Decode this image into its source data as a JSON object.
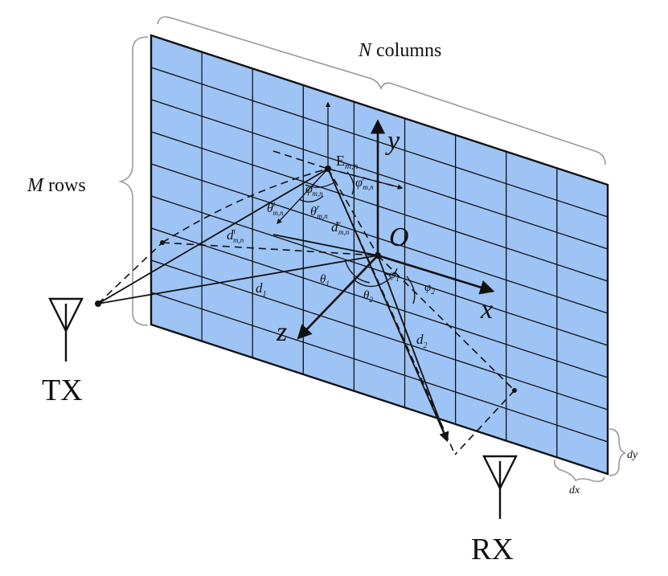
{
  "labels": {
    "columns": {
      "var": "N",
      "text": " columns"
    },
    "rows": {
      "var": "M",
      "text": " rows"
    },
    "tx": "TX",
    "rx": "RX",
    "origin": "O",
    "x_axis": "x",
    "y_axis": "y",
    "z_axis": "z",
    "element": {
      "base": "E",
      "sub": "m,n"
    },
    "phi_t": {
      "base": "φ",
      "sup": "t",
      "sub": "m,n"
    },
    "phi_r": {
      "base": "φ",
      "sup": "r",
      "sub": "m,n"
    },
    "theta_t": {
      "base": "θ",
      "sup": "t",
      "sub": "m,n"
    },
    "theta_r": {
      "base": "θ",
      "sup": "r",
      "sub": "m,n"
    },
    "d_t": {
      "base": "d",
      "sup": "t",
      "sub": "m,n"
    },
    "d_r": {
      "base": "d",
      "sup": "r",
      "sub": "m,n"
    },
    "d1": {
      "base": "d",
      "sub": "1"
    },
    "d2": {
      "base": "d",
      "sub": "2"
    },
    "theta1": {
      "base": "θ",
      "sub": "1"
    },
    "theta2": {
      "base": "θ",
      "sub": "2"
    },
    "phi1": {
      "base": "φ",
      "sub": "1"
    },
    "phi2": {
      "base": "φ",
      "sub": "2"
    },
    "dx": "dx",
    "dy": "dy"
  },
  "grid": {
    "columns": 9,
    "rows": 9
  },
  "colors": {
    "cell_fill": "#9ec3f5",
    "stroke": "#111111",
    "brace": "#9a9a9a"
  }
}
